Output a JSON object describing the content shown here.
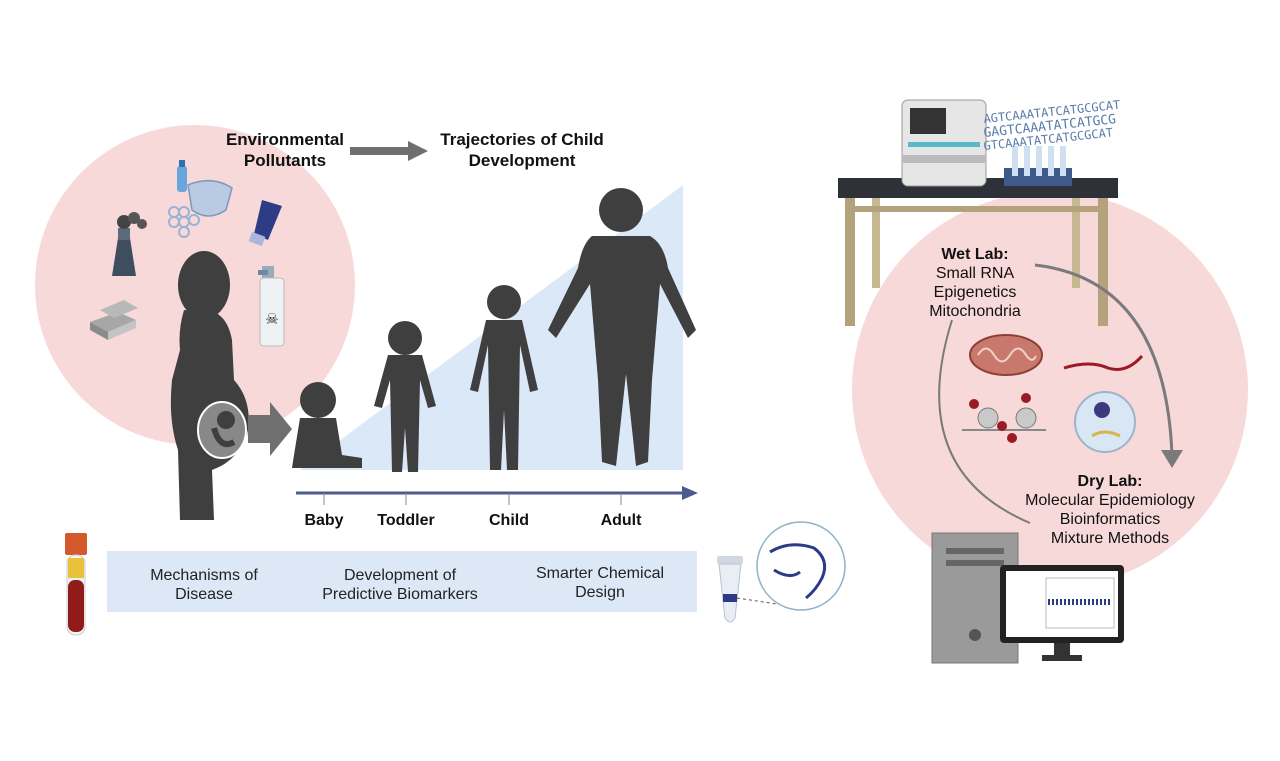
{
  "header": {
    "pollutants": [
      "Environmental",
      "Pollutants"
    ],
    "trajectories": [
      "Trajectories of Child",
      "Development"
    ]
  },
  "stages": [
    "Baby",
    "Toddler",
    "Child",
    "Adult"
  ],
  "applications": [
    [
      "Mechanisms of",
      "Disease"
    ],
    [
      "Development of",
      "Predictive Biomarkers"
    ],
    [
      "Smarter Chemical",
      "Design"
    ]
  ],
  "dna_sequence": [
    "AGTCAAATATCATGCGCAT",
    "GAGTCAAATATCATGCG",
    "GTCAAATATCATGCGCAT"
  ],
  "wet_lab": {
    "title": "Wet Lab:",
    "items": [
      "Small RNA",
      "Epigenetics",
      "Mitochondria"
    ]
  },
  "dry_lab": {
    "title": "Dry Lab:",
    "items": [
      "Molecular Epidemiology",
      "Bioinformatics",
      "Mixture Methods"
    ]
  },
  "colors": {
    "pink_circle": "#f8d9da",
    "triangle": "#dbe8f7",
    "band": "#dce8f5",
    "silhouette": "#3f3f3f",
    "timeline": "#4b5a8f",
    "dna_text": "#5a7ca8"
  }
}
